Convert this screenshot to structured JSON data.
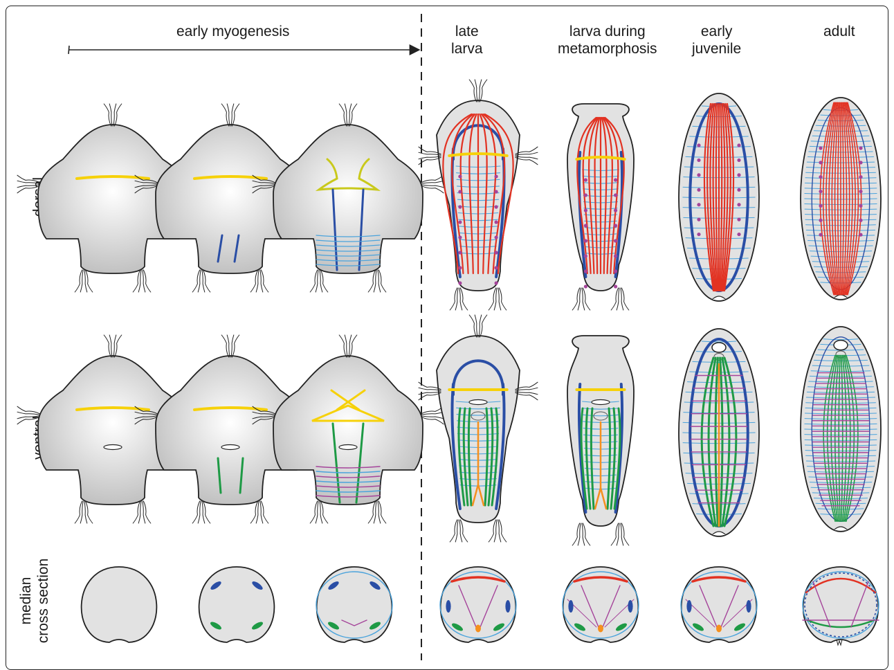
{
  "headers": {
    "early": "early myogenesis",
    "late_larva": [
      "late",
      "larva"
    ],
    "metamorphosis": [
      "larva during",
      "metamorphosis"
    ],
    "early_juvenile": [
      "early",
      "juvenile"
    ],
    "adult": "adult"
  },
  "row_labels": {
    "dorsal": "dorsal",
    "ventral": "ventral",
    "cross_section": [
      "median",
      "cross section"
    ]
  },
  "colors": {
    "outline": "#222222",
    "body_fill": "#e2e2e2",
    "yellow": "#f6d10a",
    "olive": "#c9c91c",
    "blue": "#2a4ea5",
    "light_blue": "#4aa3dc",
    "green": "#1e9a45",
    "red": "#e23222",
    "purple": "#a5449a",
    "orange": "#f5901e"
  }
}
